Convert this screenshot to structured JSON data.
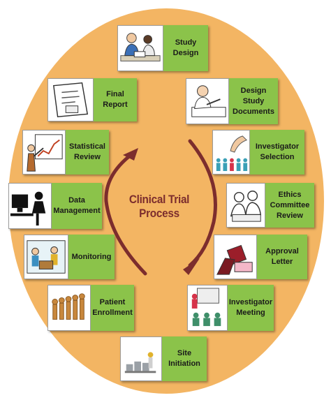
{
  "title": "Clinical Trial Process",
  "colors": {
    "circle": "#f3b563",
    "label_bg": "#8bc34a",
    "arrow": "#7c2d2d"
  },
  "steps": {
    "study_design": {
      "label": "Study\nDesign",
      "icon": "people-studying-icon"
    },
    "design_study_documents": {
      "label": "Design\nStudy\nDocuments",
      "icon": "person-writing-icon"
    },
    "investigator_selection": {
      "label": "Investigator\nSelection",
      "icon": "hand-selecting-figure-icon"
    },
    "ethics_committee_review": {
      "label": "Ethics\nCommittee\nReview",
      "icon": "people-reviewing-icon"
    },
    "approval_letter": {
      "label": "Approval\nLetter",
      "icon": "hand-with-letter-icon"
    },
    "investigator_meeting": {
      "label": "Investigator\nMeeting",
      "icon": "presentation-meeting-icon"
    },
    "site_initiation": {
      "label": "Site\nInitiation",
      "icon": "site-construction-icon"
    },
    "patient_enrollment": {
      "label": "Patient\nEnrollment",
      "icon": "queue-of-people-icon"
    },
    "monitoring": {
      "label": "Monitoring",
      "icon": "monitoring-team-icon"
    },
    "data_management": {
      "label": "Data\nManagement",
      "icon": "person-at-computer-icon"
    },
    "statistical_review": {
      "label": "Statistical\nReview",
      "icon": "person-pointing-chart-icon"
    },
    "final_report": {
      "label": "Final\nReport",
      "icon": "report-document-icon"
    }
  }
}
